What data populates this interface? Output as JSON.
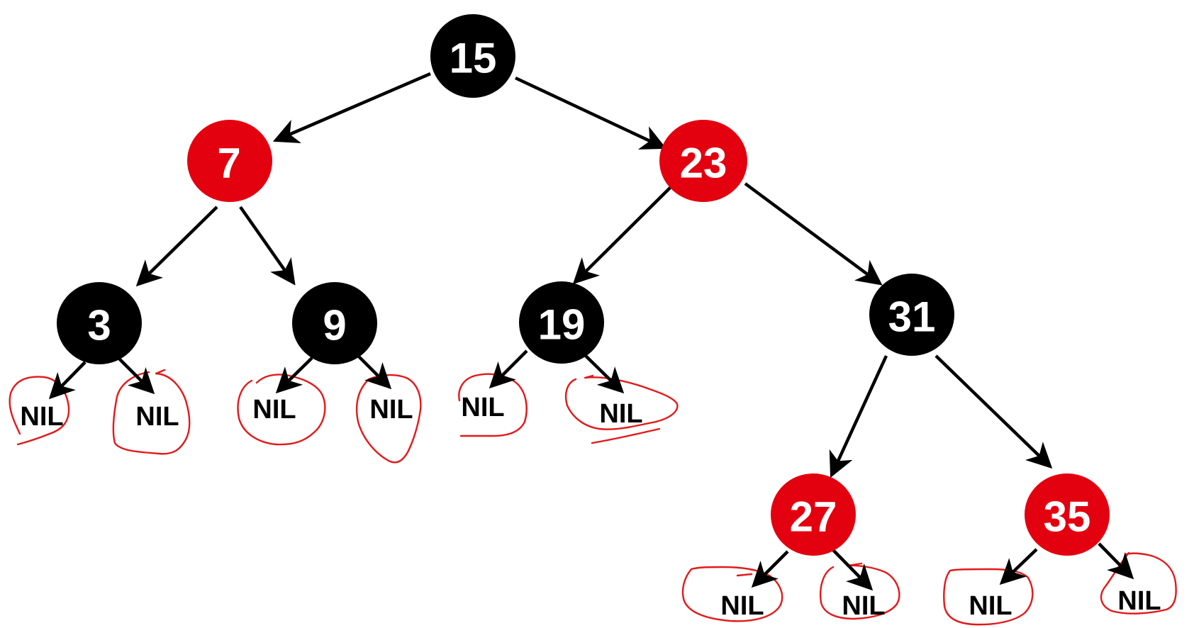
{
  "colors": {
    "red": "#e3000f",
    "black": "#000000",
    "annotation": "#e3191a",
    "text": "#ffffff"
  },
  "tree": {
    "nodes": [
      {
        "id": "n15",
        "value": "15",
        "color": "black"
      },
      {
        "id": "n7",
        "value": "7",
        "color": "red"
      },
      {
        "id": "n23",
        "value": "23",
        "color": "red"
      },
      {
        "id": "n3",
        "value": "3",
        "color": "black"
      },
      {
        "id": "n9",
        "value": "9",
        "color": "black"
      },
      {
        "id": "n19",
        "value": "19",
        "color": "black"
      },
      {
        "id": "n31",
        "value": "31",
        "color": "black"
      },
      {
        "id": "n27",
        "value": "27",
        "color": "red"
      },
      {
        "id": "n35",
        "value": "35",
        "color": "red"
      }
    ],
    "nil_label": "NIL",
    "nil_leaves": [
      {
        "id": "nil-3-left",
        "parent": "3",
        "side": "left"
      },
      {
        "id": "nil-3-right",
        "parent": "3",
        "side": "right"
      },
      {
        "id": "nil-9-left",
        "parent": "9",
        "side": "left"
      },
      {
        "id": "nil-9-right",
        "parent": "9",
        "side": "right"
      },
      {
        "id": "nil-19-left",
        "parent": "19",
        "side": "left"
      },
      {
        "id": "nil-19-right",
        "parent": "19",
        "side": "right"
      },
      {
        "id": "nil-27-left",
        "parent": "27",
        "side": "left"
      },
      {
        "id": "nil-27-right",
        "parent": "27",
        "side": "right"
      },
      {
        "id": "nil-35-left",
        "parent": "35",
        "side": "left"
      },
      {
        "id": "nil-35-right",
        "parent": "35",
        "side": "right"
      }
    ],
    "edges": [
      {
        "from": "15",
        "to": "7"
      },
      {
        "from": "15",
        "to": "23"
      },
      {
        "from": "7",
        "to": "3"
      },
      {
        "from": "7",
        "to": "9"
      },
      {
        "from": "23",
        "to": "19"
      },
      {
        "from": "23",
        "to": "31"
      },
      {
        "from": "31",
        "to": "27"
      },
      {
        "from": "31",
        "to": "35"
      }
    ]
  }
}
